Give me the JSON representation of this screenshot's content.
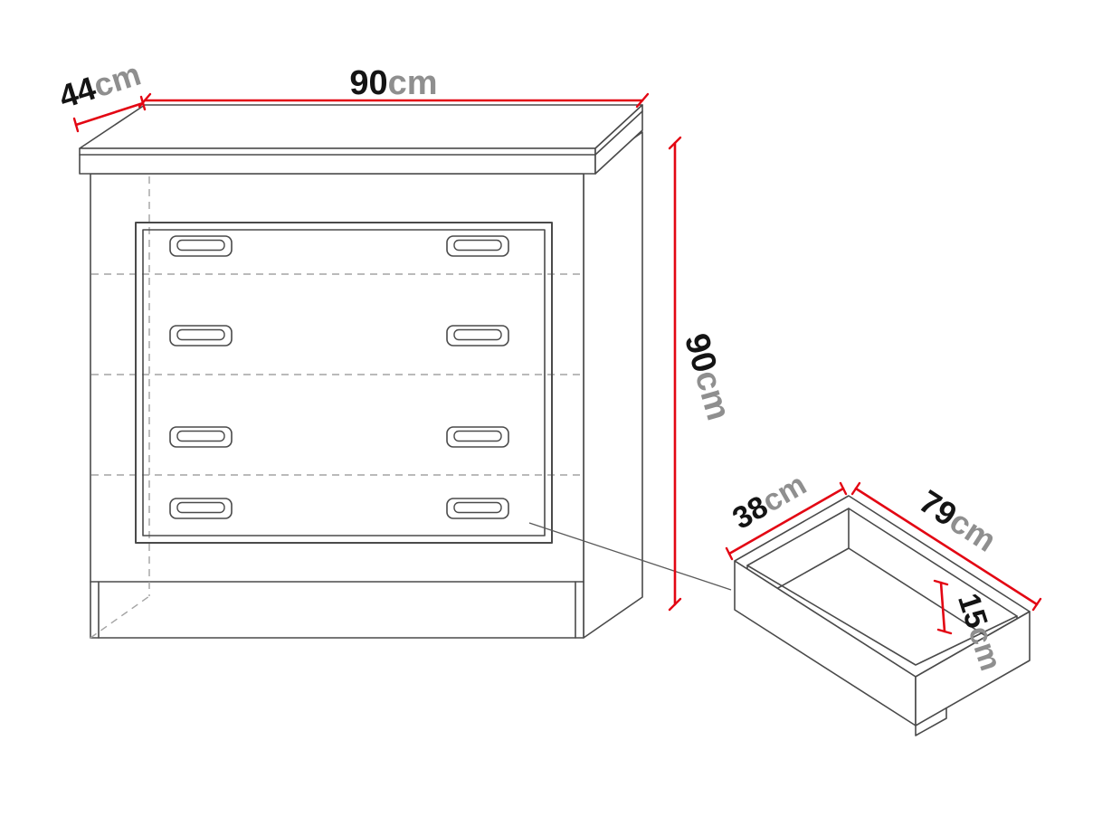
{
  "diagram": {
    "title": "Chest of drawers dimension drawing",
    "description": "Technical outline drawing of a 4-drawer chest with overall dimensions and a detail view of a single pulled-out drawer",
    "colors": {
      "dimension": "#e30613",
      "outline": "#4a4a4a",
      "hidden": "#a3a3a3",
      "value_text": "#141414",
      "unit_text": "#8f8f8f",
      "background": "#ffffff"
    },
    "dimensions": {
      "width": {
        "value": "90",
        "unit": "cm"
      },
      "depth": {
        "value": "44",
        "unit": "cm"
      },
      "height": {
        "value": "90",
        "unit": "cm"
      },
      "drawer_depth": {
        "value": "38",
        "unit": "cm"
      },
      "drawer_width": {
        "value": "79",
        "unit": "cm"
      },
      "drawer_height": {
        "value": "15",
        "unit": "cm"
      }
    }
  }
}
